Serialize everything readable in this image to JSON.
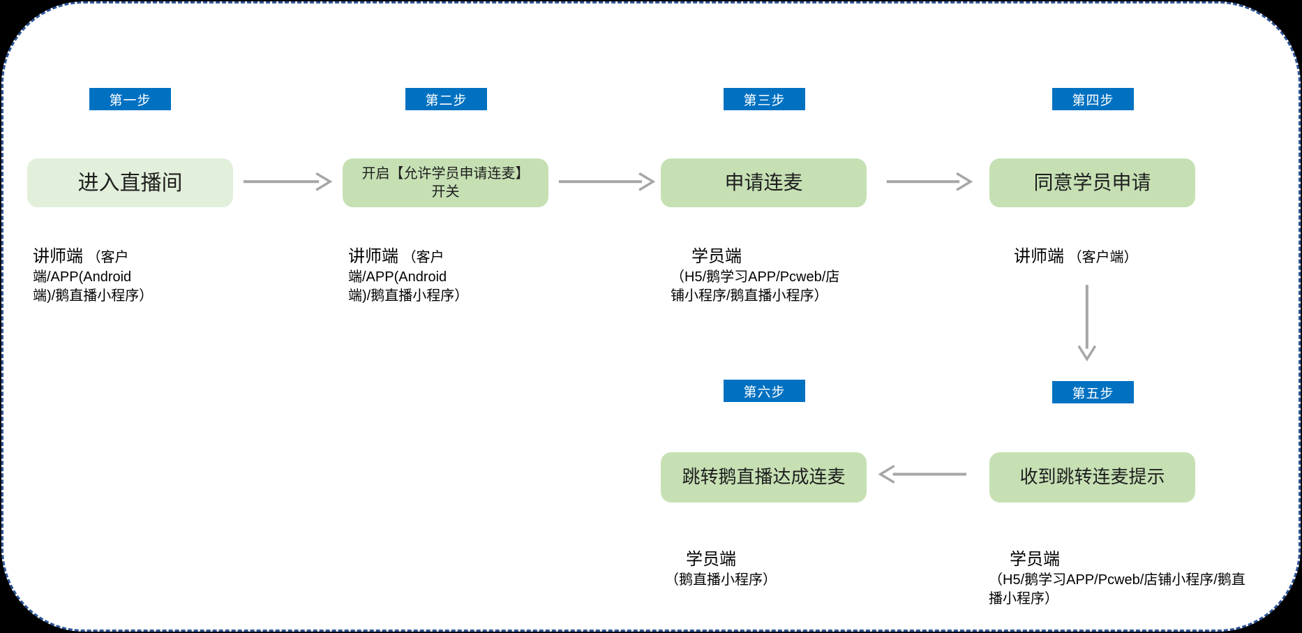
{
  "diagram": {
    "steps": {
      "s1": {
        "label": "第一步",
        "box": "进入直播间",
        "note_title": "讲师端",
        "note_detail": "（客户端/APP(Android端)/鹅直播小程序）"
      },
      "s2": {
        "label": "第二步",
        "box": "开启【允许学员申请连麦】开关",
        "note_title": "讲师端",
        "note_detail": "（客户端/APP(Android端)/鹅直播小程序）"
      },
      "s3": {
        "label": "第三步",
        "box": "申请连麦",
        "note_title": "学员端",
        "note_detail": "（H5/鹅学习APP/Pcweb/店铺小程序/鹅直播小程序）"
      },
      "s4": {
        "label": "第四步",
        "box": "同意学员申请",
        "note_title": "讲师端",
        "note_detail": "（客户端）"
      },
      "s5": {
        "label": "第五步",
        "box": "收到跳转连麦提示",
        "note_title": "学员端",
        "note_detail": "（H5/鹅学习APP/Pcweb/店铺小程序/鹅直播小程序）"
      },
      "s6": {
        "label": "第六步",
        "box": "跳转鹅直播达成连麦",
        "note_title": "学员端",
        "note_detail": "（鹅直播小程序）"
      }
    },
    "arrows": [
      {
        "from": "s1",
        "to": "s2",
        "direction": "right"
      },
      {
        "from": "s2",
        "to": "s3",
        "direction": "right"
      },
      {
        "from": "s3",
        "to": "s4",
        "direction": "right"
      },
      {
        "from": "s4",
        "to": "s5",
        "direction": "down"
      },
      {
        "from": "s5",
        "to": "s6",
        "direction": "left"
      }
    ]
  },
  "colors": {
    "step_label_bg": "#0071C1",
    "box_green_light": "#E2EFDA",
    "box_green": "#C6E0B4",
    "arrow_gray": "#A6A6A6",
    "border_blue": "#2E5596"
  }
}
